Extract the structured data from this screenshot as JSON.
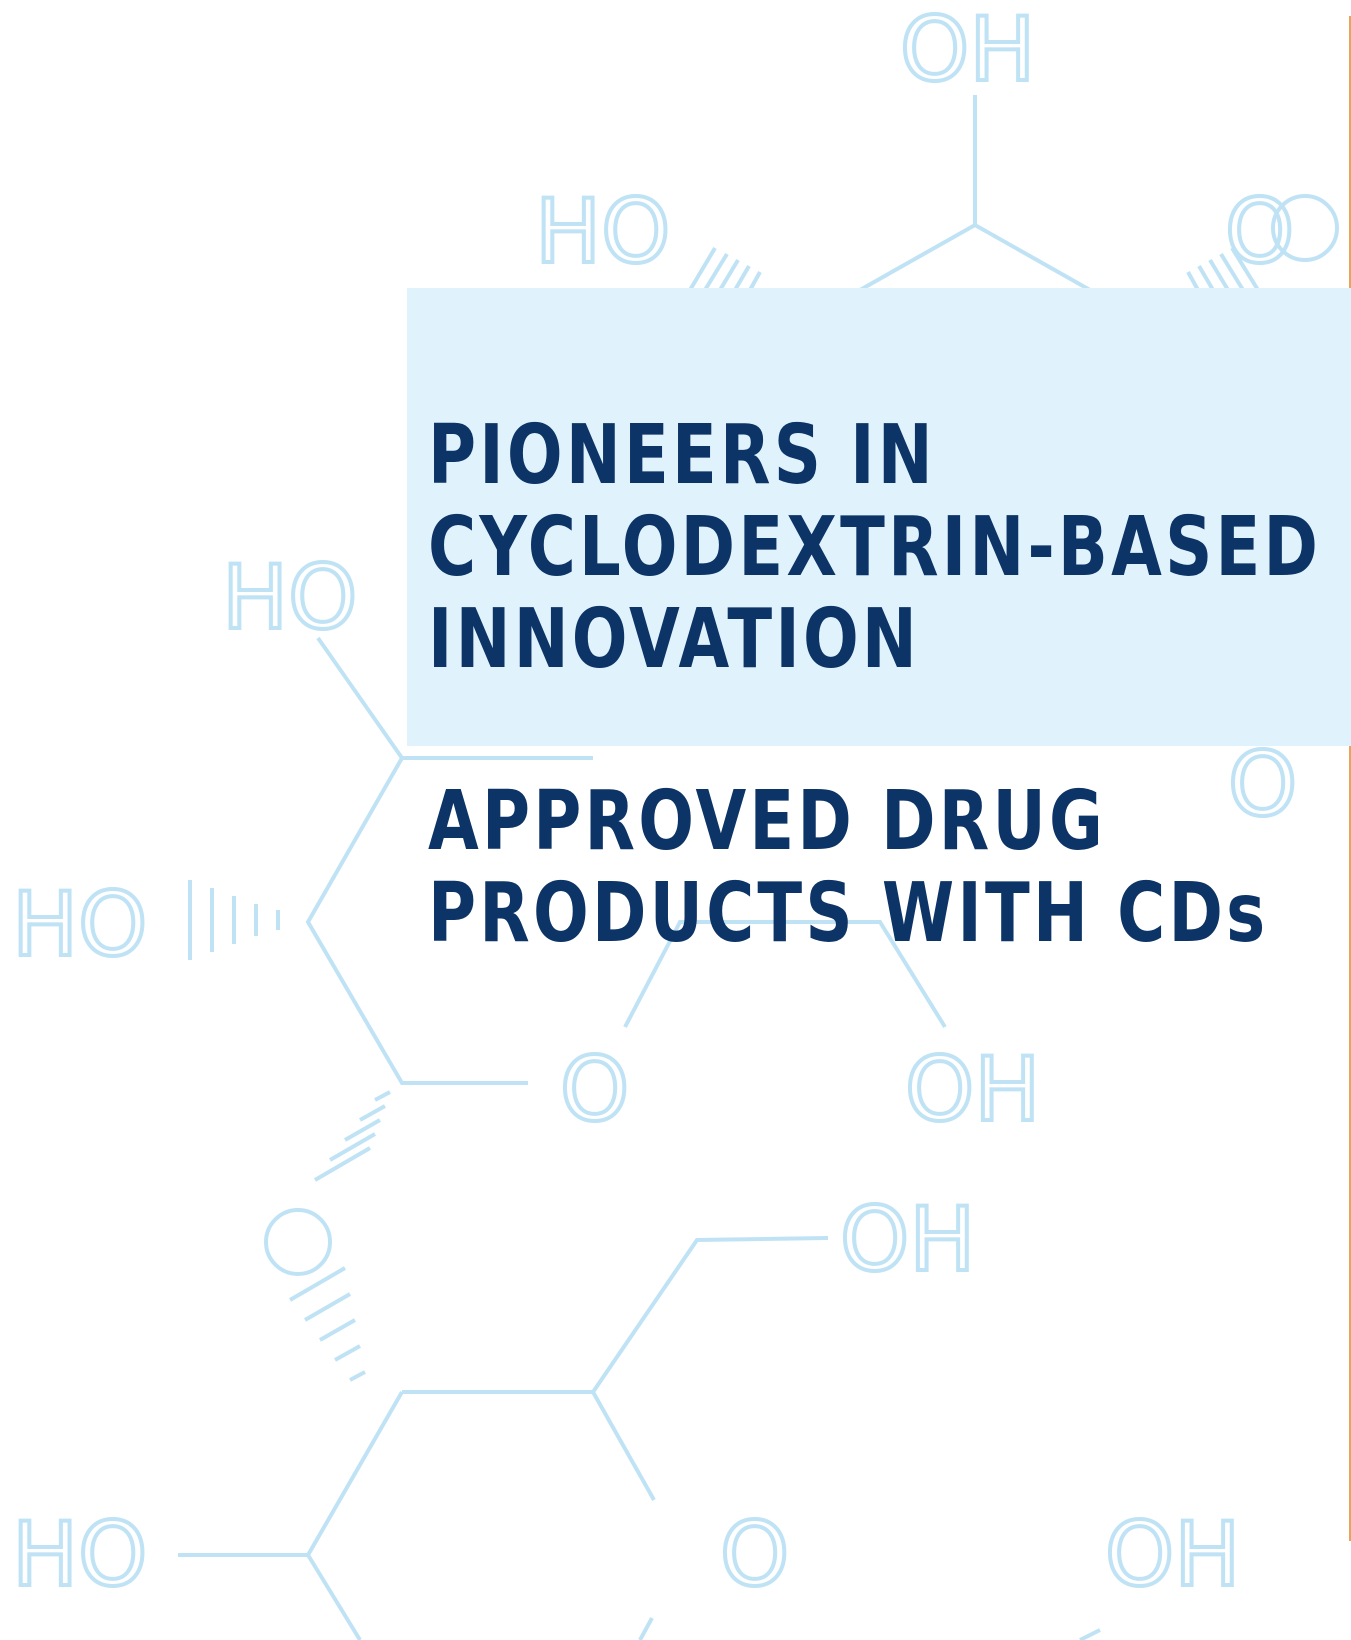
{
  "heading": {
    "lines": [
      "PIONEERS IN",
      "CYCLODEXTRIN-BASED",
      "INNOVATION"
    ]
  },
  "subheading": {
    "lines": [
      "APPROVED DRUG",
      "PRODUCTS WITH CDs"
    ]
  },
  "molecule": {
    "labels": [
      "OH",
      "HO",
      "O",
      "HO",
      "OH",
      "HO",
      "O",
      "OH",
      "O",
      "OH",
      "HO",
      "O",
      "OH"
    ]
  },
  "colors": {
    "heading": "#0d3466",
    "panel": "#e0f2fc",
    "molecule": "#bfe3f5",
    "rule": "#e8a45c"
  }
}
